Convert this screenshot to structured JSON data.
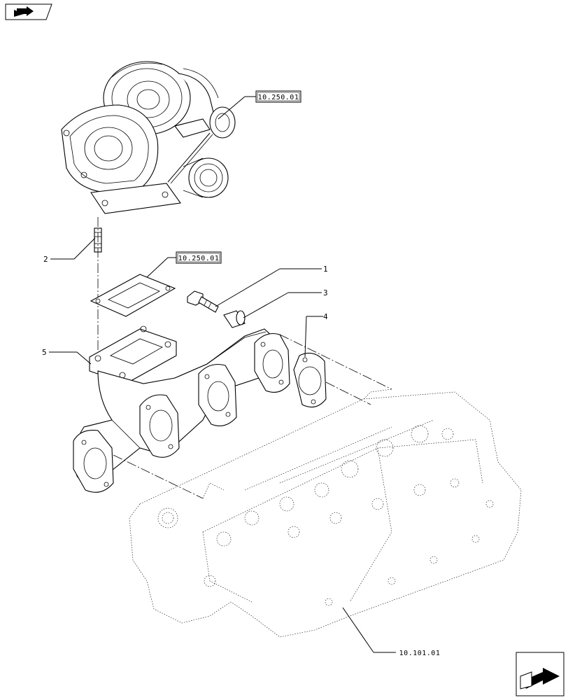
{
  "icons": {
    "top_left": "previous-page-arrow-icon",
    "bottom_right": "next-page-arrow-icon"
  },
  "references": {
    "turbo_ref": "10.250.01",
    "gasket_ref": "10.250.01",
    "head_ref": "10.101.01"
  },
  "callouts": {
    "c1": "1",
    "c2": "2",
    "c3": "3",
    "c4": "4",
    "c5": "5"
  }
}
